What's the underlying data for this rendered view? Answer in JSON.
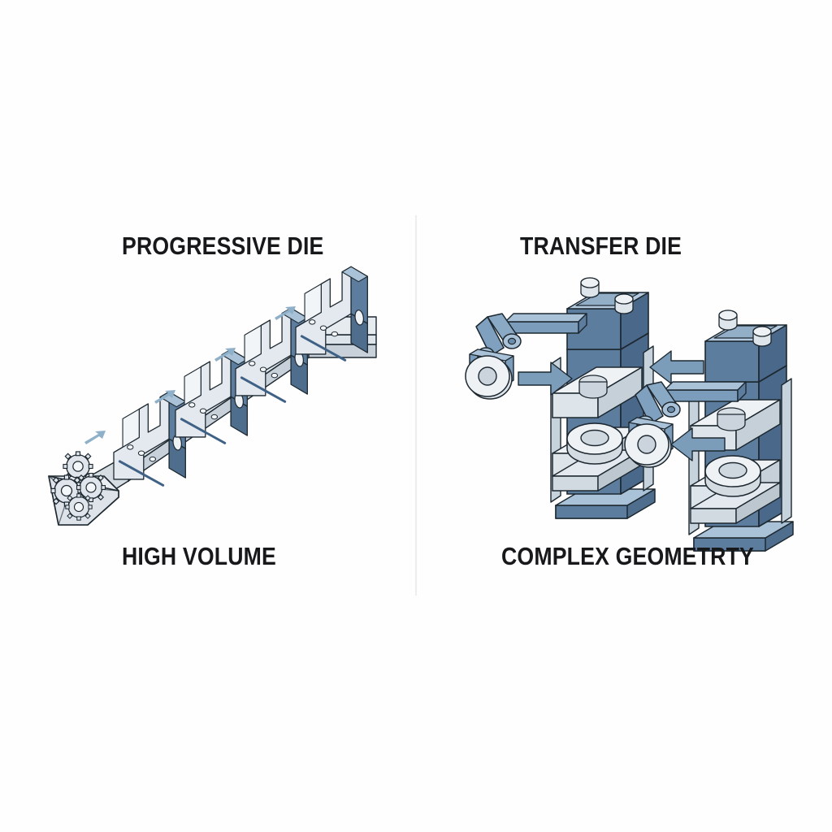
{
  "diagram": {
    "background_color": "#fefefe",
    "divider_color": "#eceff2",
    "panels": [
      {
        "id": "progressive",
        "title": "PROGRESSIVE DIE",
        "footer": "HIGH VOLUME",
        "description": "Isometric view of a progressive die line: a flat metal strip feeds through four successive C-shaped die stations, each adding features, with finished toothed gear blanks dropping into a collection bin at the end.",
        "stations": 4,
        "feed_arrows": 4,
        "feed_direction": "left-to-right",
        "parts_output": "toothed gear blanks",
        "container": "collection bin"
      },
      {
        "id": "transfer",
        "title": "TRANSFER DIE",
        "footer": "COMPLEX GEOMETRTY",
        "description": "Isometric view of two transfer presses; jointed mechanical transfer arms with ring grippers move an annular workpiece between press stations, indicated by large directional arrows.",
        "presses": 2,
        "transfer_arms": 2,
        "transfer_arrows": 3,
        "workpiece": "annular ring part",
        "crown_bolts_per_press": 2
      }
    ]
  },
  "colors": {
    "steel_blue": "#5d7d9f",
    "steel_blue_dark": "#4a688a",
    "steel_blue_light": "#a9c2d7",
    "panel_light": "#dfe6ec",
    "metal_light": "#e8ecef",
    "metal_mid": "#cdd5db",
    "metal_dark": "#b3bec7",
    "outline": "#1d2830",
    "arrow_fill": "#8fb0c9",
    "arrow_big_fill": "#7b9dba",
    "text": "#16181a"
  },
  "icons": {
    "feed_arrow": "arrow-up-right-icon",
    "transfer_arrow_right": "arrow-right-icon",
    "transfer_arrow_left": "arrow-left-icon"
  }
}
